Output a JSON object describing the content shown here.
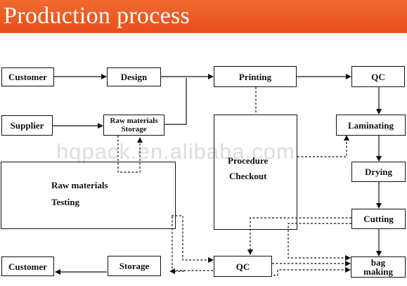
{
  "header": {
    "title": "Production process",
    "color": "#ec5a22"
  },
  "watermark": "hqpack.en.alibaba.com",
  "nodes": {
    "customer_top": "Customer",
    "design": "Design",
    "printing": "Printing",
    "qc_top": "QC",
    "supplier": "Supplier",
    "raw_storage_line1": "Raw materials",
    "raw_storage_line2": "Storage",
    "laminating": "Laminating",
    "procedure_line1": "Procedure",
    "procedure_line2": "Checkout",
    "drying": "Drying",
    "raw_testing_line1": "Raw materials",
    "raw_testing_line2": "Testing",
    "cutting": "Cutting",
    "customer_bottom": "Customer",
    "storage": "Storage",
    "qc_bottom": "QC",
    "bag_line1": "bag",
    "bag_line2": "making"
  }
}
